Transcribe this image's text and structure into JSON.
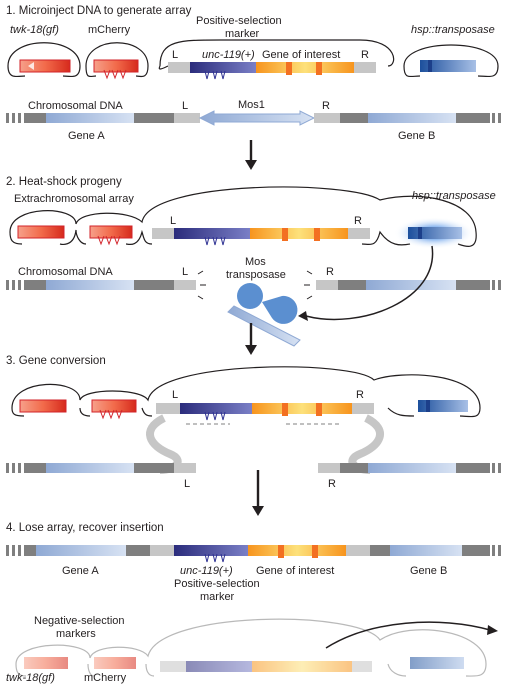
{
  "steps": {
    "s1": "1. Microinject DNA to generate array",
    "s2": "2. Heat-shock progeny",
    "s3": "3. Gene conversion",
    "s4": "4. Lose array, recover insertion"
  },
  "labels": {
    "twk18": "twk-18(gf)",
    "mcherry": "mCherry",
    "pos_sel_1": "Positive-selection",
    "pos_sel_2": "marker",
    "unc119": "unc-119(+)",
    "goi": "Gene of interest",
    "hsp": "hsp::transposase",
    "L": "L",
    "R": "R",
    "chrom": "Chromosomal DNA",
    "mos1": "Mos1",
    "geneA": "Gene A",
    "geneB": "Gene B",
    "extra": "Extrachromosomal array",
    "mos_1": "Mos",
    "mos_2": "transposase",
    "neg_1": "Negative-selection",
    "neg_2": "markers"
  },
  "colors": {
    "red": "#e2231a",
    "orange": "#f37021",
    "yellow": "#fcb813",
    "purple": "#2e3192",
    "blue": "#1c5aa6",
    "lightblue": "#a7bfe0",
    "gray": "#7f7f7f",
    "lightgray": "#c6c6c6"
  }
}
